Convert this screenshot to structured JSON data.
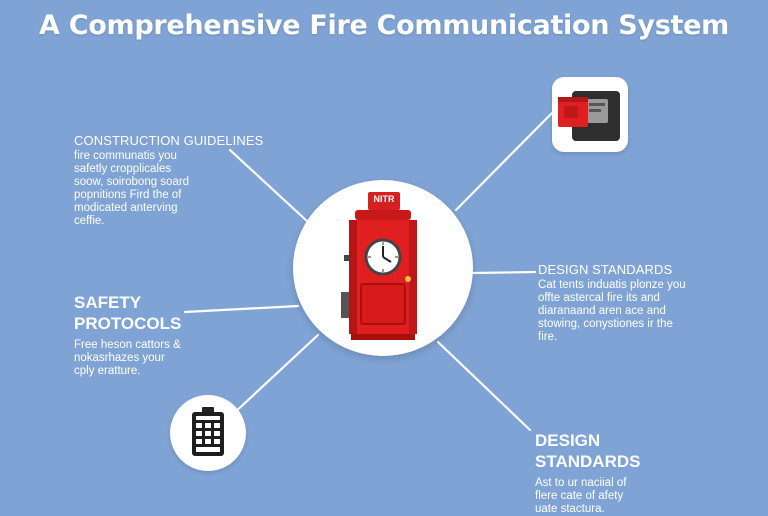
{
  "title": "A Comprehensive Fire Communication System",
  "hub": {
    "sign_text": "NITR"
  },
  "blocks": [
    {
      "heading": "CONSTRUCTION GUIDELINES",
      "lines": [
        "fire communatis you",
        "safetly cropplicales",
        "soow, soirobong soard",
        "popnitions Fird the of",
        "modicated anterving",
        "ceffie."
      ]
    },
    {
      "heading": "SAFETY PROTOCOLS",
      "lines": [
        "Free heson cattors &",
        "nokasrhazes your",
        "cply eratture."
      ]
    },
    {
      "heading": "DESIGN STANDARDS",
      "lines": [
        "Cat tents induatis plonze you",
        "offte astercal fire its and",
        "diaranaand aren ace and",
        "stowing, conystiones ir the",
        "fire."
      ]
    },
    {
      "heading": "DESIGN STANDARDS",
      "lines": [
        "Ast to ur naciial of",
        "flere cate of afety",
        "uate stactura."
      ]
    }
  ],
  "colors": {
    "background": "#7fa3d4",
    "connector": "#ffffff",
    "fire_red": "#e02020",
    "dark_red": "#a01010",
    "panel_dark": "#333333"
  },
  "icons": [
    "fire-alarm-box-icon",
    "fire-alarm-panel-icon",
    "keypad-control-panel-icon"
  ]
}
